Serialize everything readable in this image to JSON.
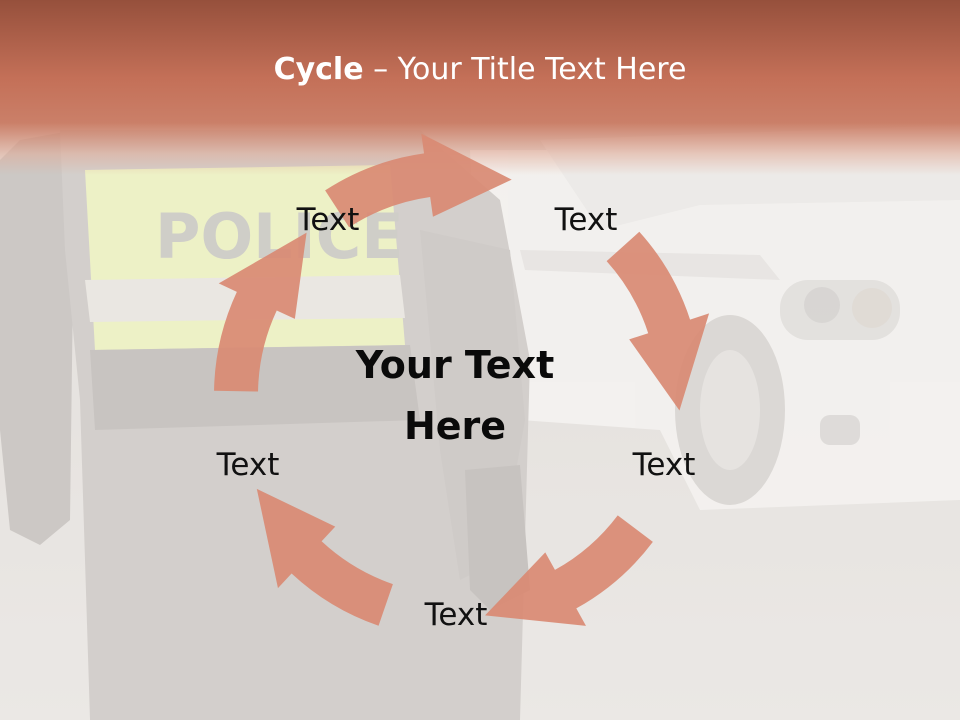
{
  "title": {
    "prefix": "Cycle",
    "dash": " – ",
    "text": "Your Title Text Here"
  },
  "center": {
    "line1": "Your Text",
    "line2": "Here"
  },
  "nodes": [
    {
      "label": "Text"
    },
    {
      "label": "Text"
    },
    {
      "label": "Text"
    },
    {
      "label": "Text"
    },
    {
      "label": "Text"
    }
  ],
  "colors": {
    "header": "#c4704f",
    "arrow": "#d98a73",
    "background": "#e9e6e3"
  },
  "background_photo": {
    "vest_lettering": "POLICE"
  }
}
